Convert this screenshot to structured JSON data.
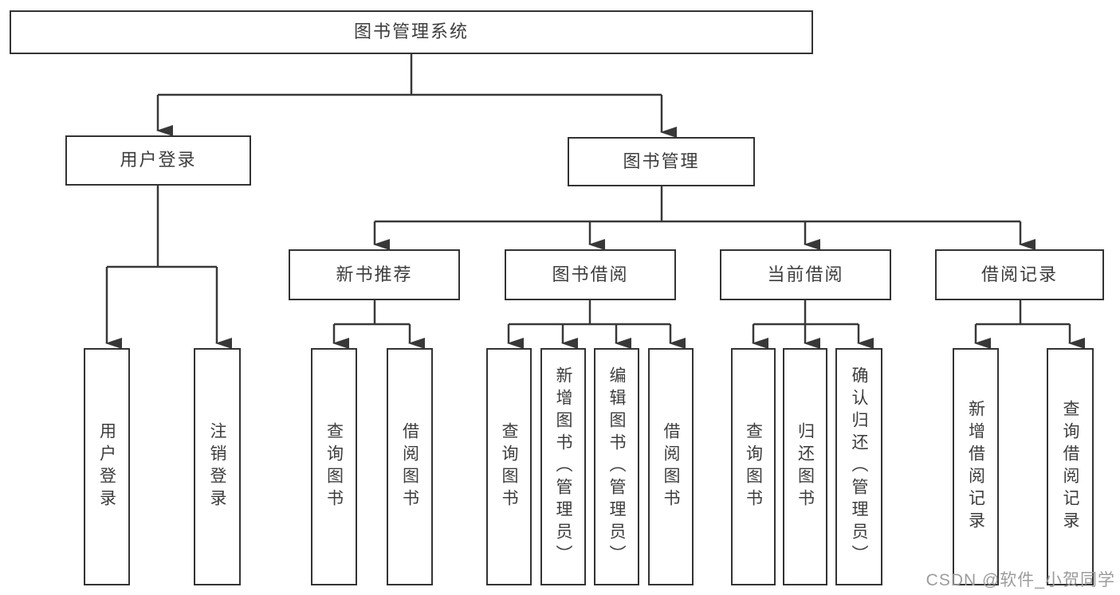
{
  "diagram": {
    "root": {
      "label": "图书管理系统"
    },
    "branches": [
      {
        "label": "用户登录",
        "children": [
          {
            "label": "用户登录"
          },
          {
            "label": "注销登录"
          }
        ]
      },
      {
        "label": "图书管理",
        "children": [
          {
            "label": "新书推荐",
            "children": [
              {
                "label": "查询图书"
              },
              {
                "label": "借阅图书"
              }
            ]
          },
          {
            "label": "图书借阅",
            "children": [
              {
                "label": "查询图书"
              },
              {
                "label": "新增图书（管理员）"
              },
              {
                "label": "编辑图书（管理员）"
              },
              {
                "label": "借阅图书"
              }
            ]
          },
          {
            "label": "当前借阅",
            "children": [
              {
                "label": "查询图书"
              },
              {
                "label": "归还图书"
              },
              {
                "label": "确认归还（管理员）"
              }
            ]
          },
          {
            "label": "借阅记录",
            "children": [
              {
                "label": "新增借阅记录"
              },
              {
                "label": "查询借阅记录"
              }
            ]
          }
        ]
      }
    ],
    "watermark": "CSDN @软件_小贺同学",
    "colors": {
      "line": "#383838",
      "border": "#333333",
      "text": "#3d3d3d",
      "watermark": "#9c9c9c"
    }
  }
}
